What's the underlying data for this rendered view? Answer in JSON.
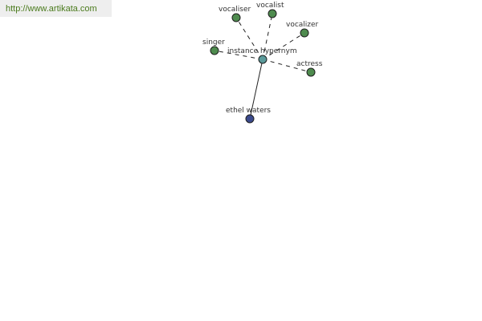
{
  "header": {
    "url": "http://www.artikata.com"
  },
  "colors": {
    "related_node": "#4e8b4e",
    "center_node": "#5a9a9a",
    "target_node": "#3b4a8c",
    "url_text": "#4a7a1c"
  },
  "graph": {
    "center": {
      "id": "instance-hypernym",
      "label": "instance hypernym"
    },
    "target": {
      "id": "ethel-waters",
      "label": "ethel waters"
    },
    "related": [
      {
        "id": "vocaliser",
        "label": "vocaliser"
      },
      {
        "id": "vocalist",
        "label": "vocalist"
      },
      {
        "id": "vocalizer",
        "label": "vocalizer"
      },
      {
        "id": "singer",
        "label": "singer"
      },
      {
        "id": "actress",
        "label": "actress"
      }
    ]
  }
}
